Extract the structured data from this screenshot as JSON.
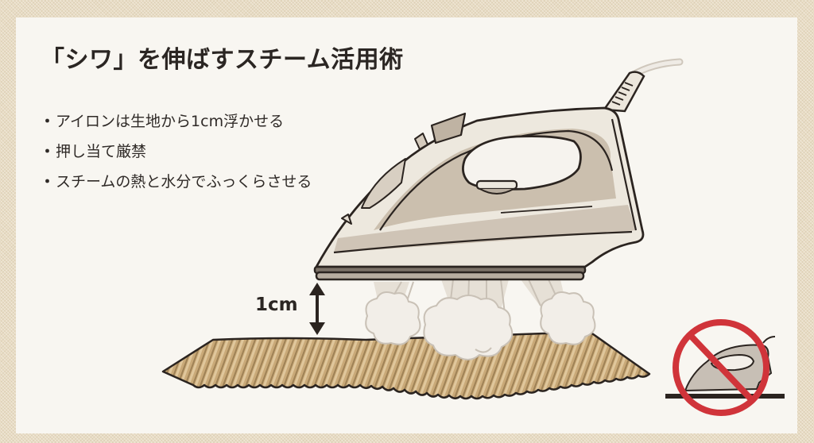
{
  "title": "「シワ」を伸ばすスチーム活用術",
  "bullets": [
    {
      "marker": "・",
      "text": "アイロンは生地から1cm浮かせる"
    },
    {
      "marker": "・",
      "text": "押し当て厳禁"
    },
    {
      "marker": "・",
      "text": "スチームの熱と水分でふっくらさせる"
    }
  ],
  "illustration": {
    "subject": "steam-iron-icon",
    "gap_label": "1cm",
    "gap_arrow": "double-arrow-vertical-icon",
    "fabric": "wrinkled-fabric",
    "steam": "steam-cloud-icon"
  },
  "prohibition_icon": {
    "name": "no-pressing-iron-icon",
    "color": "#d0343a"
  },
  "colors": {
    "background_linen": "#e8dcc4",
    "panel": "#f8f6f1",
    "text": "#2b2623",
    "iron_cream": "#ede8de",
    "iron_tan": "#c9bcab",
    "fabric": "#c8a97a"
  }
}
